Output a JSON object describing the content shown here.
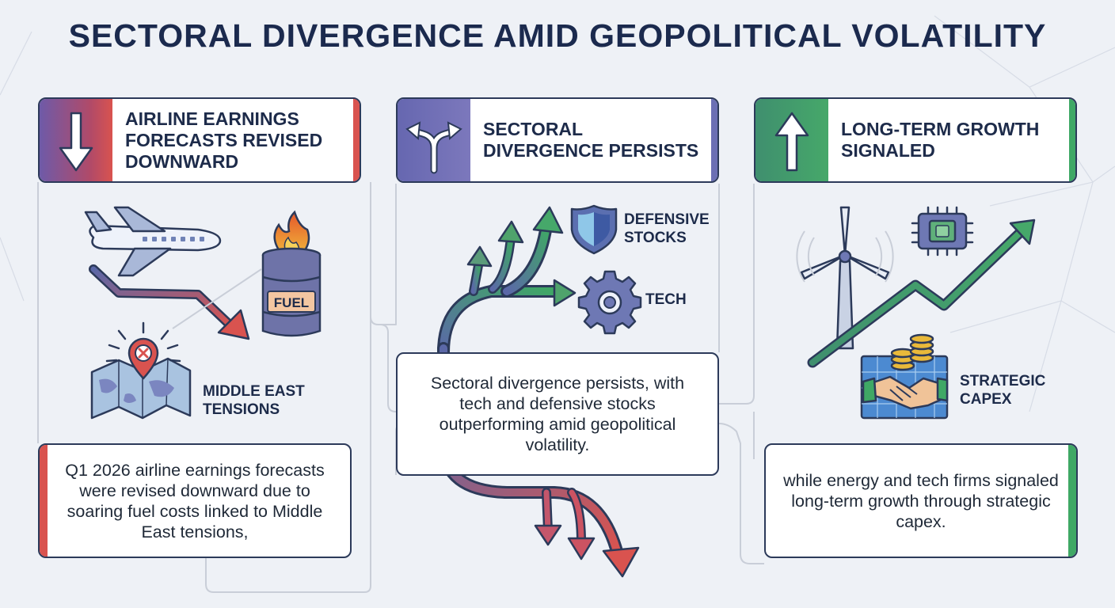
{
  "title": "SECTORAL DIVERGENCE AMID GEOPOLITICAL VOLATILITY",
  "columns": {
    "left": {
      "heading": "AIRLINE EARNINGS FORECASTS REVISED DOWNWARD",
      "fuel_label": "FUEL",
      "callout": "MIDDLE EAST TENSIONS",
      "card": "Q1 2026 airline earnings forecasts were revised downward due to soaring fuel costs linked to Middle East tensions,",
      "accent_color": "#d9534f"
    },
    "middle": {
      "heading": "SECTORAL DIVERGENCE PERSISTS",
      "label_defensive": "DEFENSIVE STOCKS",
      "label_tech": "TECH",
      "card": "Sectoral divergence persists, with tech and defensive stocks outperforming amid geopolitical volatility.",
      "accent_color": "#6b6fb4"
    },
    "right": {
      "heading": "LONG-TERM GROWTH SIGNALED",
      "label_capex": "STRATEGIC CAPEX",
      "card": "while energy and tech firms signaled long-term growth through strategic capex.",
      "accent_color": "#3fa865"
    }
  },
  "icons": {
    "left_header": "arrow-down-icon",
    "middle_header": "split-arrow-icon",
    "right_header": "arrow-up-icon",
    "airplane": "airplane-icon",
    "fuel_barrel": "fuel-barrel-icon",
    "map_pin": "map-pin-x-icon",
    "shield": "shield-icon",
    "gear": "gear-icon",
    "wind_turbine": "wind-turbine-icon",
    "chip": "microchip-icon",
    "coins_handshake": "handshake-coins-icon"
  }
}
